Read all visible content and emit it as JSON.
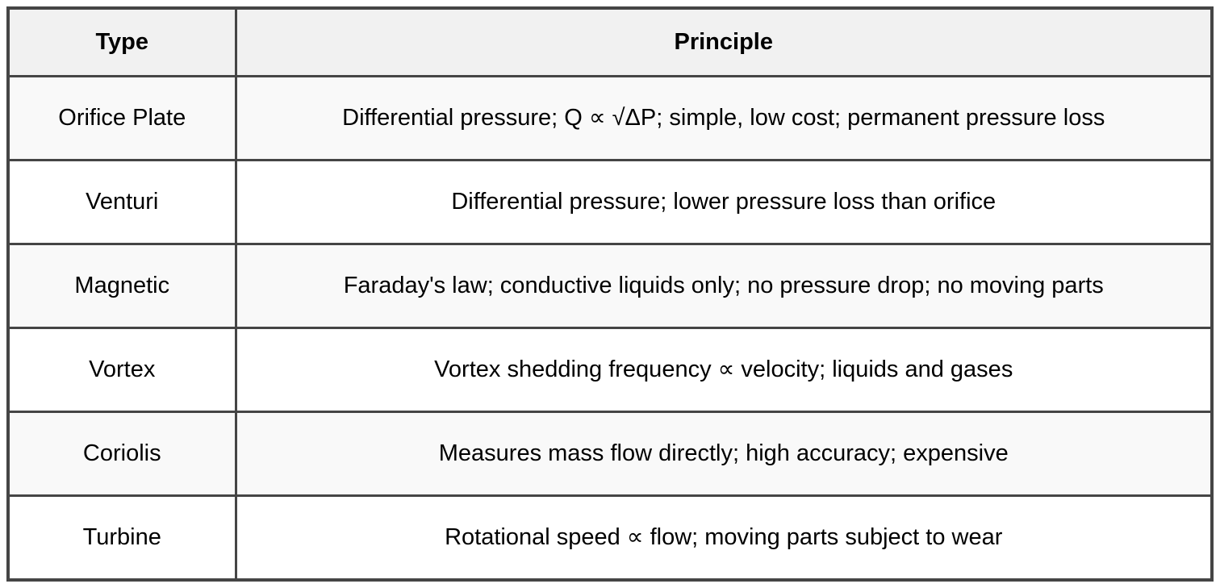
{
  "table": {
    "columns": [
      {
        "label": "Type"
      },
      {
        "label": "Principle"
      }
    ],
    "rows": [
      {
        "type": "Orifice Plate",
        "principle": "Differential pressure; Q ∝ √ΔP; simple, low cost; permanent pressure loss"
      },
      {
        "type": "Venturi",
        "principle": "Differential pressure; lower pressure loss than orifice"
      },
      {
        "type": "Magnetic",
        "principle": "Faraday's law; conductive liquids only; no pressure drop; no moving parts"
      },
      {
        "type": "Vortex",
        "principle": "Vortex shedding frequency ∝ velocity; liquids and gases"
      },
      {
        "type": "Coriolis",
        "principle": "Measures mass flow directly; high accuracy; expensive"
      },
      {
        "type": "Turbine",
        "principle": "Rotational speed ∝ flow; moving parts subject to wear"
      }
    ],
    "colors": {
      "border": "#454545",
      "header_background": "#f1f1f1",
      "row_stripe_background": "#f9f9f9",
      "row_background": "#ffffff",
      "text": "#000000"
    }
  }
}
